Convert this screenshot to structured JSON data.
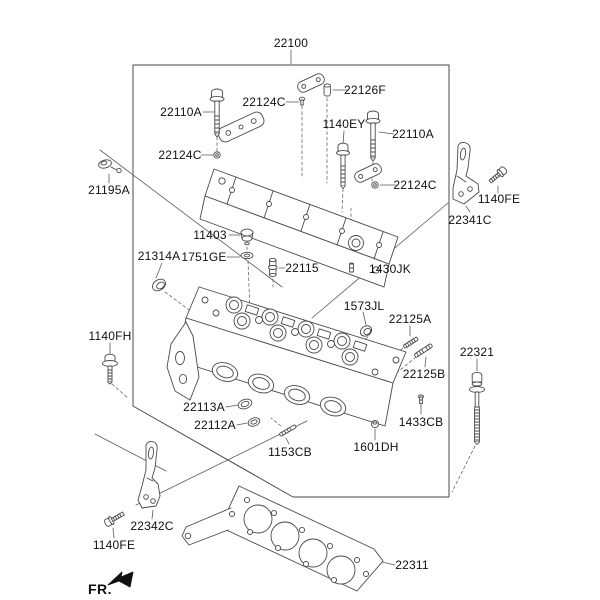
{
  "diagram": {
    "type": "exploded-parts-diagram",
    "subject": "cylinder head assembly",
    "colors": {
      "line": "#4a4a4a",
      "text": "#111111",
      "background": "#ffffff"
    }
  },
  "labels": {
    "assembly": "22100",
    "bolt_22110a_left": "22110A",
    "bolt_22124c_top": "22124C",
    "pin_22126f": "22126F",
    "bolt_1140ey": "1140EY",
    "bolt_22110a_right": "22110A",
    "seal_22124c_mid": "22124C",
    "seal_22124c_right": "22124C",
    "sensor_21195a": "21195A",
    "bracket_22341c": "22341C",
    "bolt_1140fe_right": "1140FE",
    "cap_11403": "11403",
    "plug_21314a": "21314A",
    "washer_1751ge": "1751GE",
    "guide_22115": "22115",
    "pin_1430jk": "1430JK",
    "plug_1573jl": "1573JL",
    "stud_22125a": "22125A",
    "stud_22125b": "22125B",
    "bolt_1140fh": "1140FH",
    "bolt_22321": "22321",
    "plug_22113a": "22113A",
    "plug_22112a": "22112A",
    "pin_1433cb": "1433CB",
    "stud_1153cb": "1153CB",
    "pin_1601dh": "1601DH",
    "bracket_22342c": "22342C",
    "bolt_1140fe_bottom": "1140FE",
    "gasket_22311": "22311",
    "front_marker": "FR."
  }
}
